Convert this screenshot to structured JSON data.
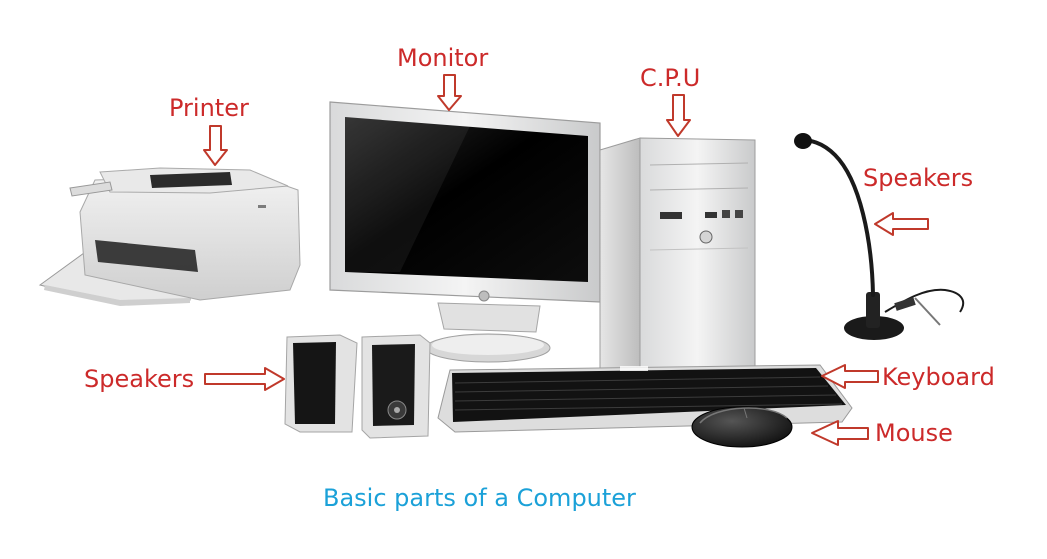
{
  "labels": {
    "monitor": "Monitor",
    "cpu": "C.P.U",
    "printer": "Printer",
    "speakers_right": "Speakers",
    "speakers_left": "Speakers",
    "keyboard": "Keyboard",
    "mouse": "Mouse"
  },
  "caption": "Basic parts of a Computer",
  "colors": {
    "label": "#cc2a2a",
    "caption": "#1ba1d8",
    "arrow_stroke": "#c0392b",
    "arrow_fill": "#ffffff"
  },
  "icons": {
    "arrow": "hollow-outline-arrow"
  }
}
